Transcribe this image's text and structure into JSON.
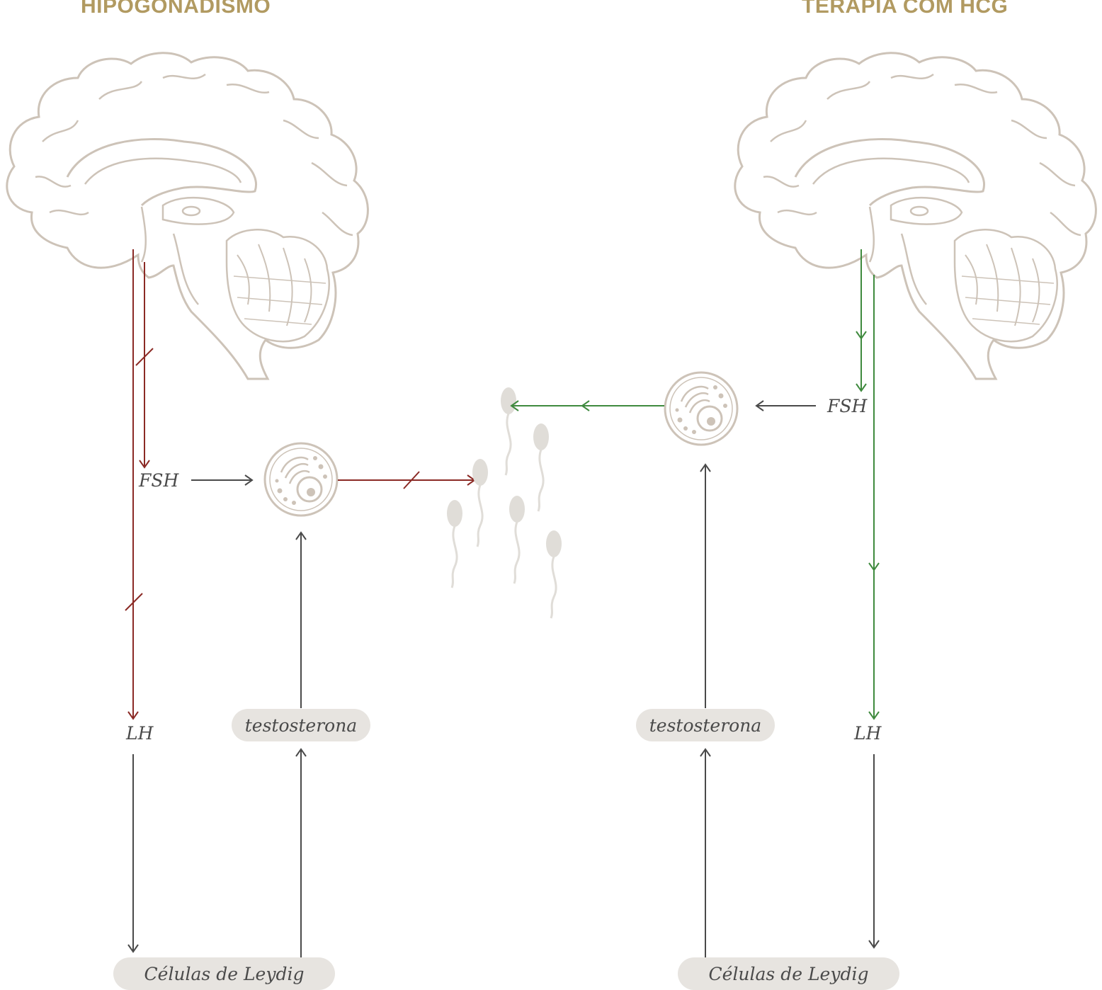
{
  "left_panel": {
    "title": "HIPOGONADISMO",
    "fsh_label": "FSH",
    "lh_label": "LH",
    "testosterone_label": "testosterona",
    "leydig_label": "Células de Leydig"
  },
  "right_panel": {
    "title": "TERAPIA COM HCG",
    "fsh_label": "FSH",
    "lh_label": "LH",
    "testosterone_label": "testosterona",
    "leydig_label": "Células de Leydig"
  },
  "colors": {
    "title": "#b19a61",
    "brain_outline": "#cdc3b8",
    "blocked_signal": "#8b2a25",
    "active_signal": "#3f8a3e",
    "neutral_arrow": "#4a4a4a",
    "sperm": "#e0ddd8",
    "pill_background": "#e7e4e0"
  },
  "icons": [
    "brain-icon",
    "sertoli-cell-icon",
    "sperm-icon",
    "blocked-marker-icon"
  ]
}
